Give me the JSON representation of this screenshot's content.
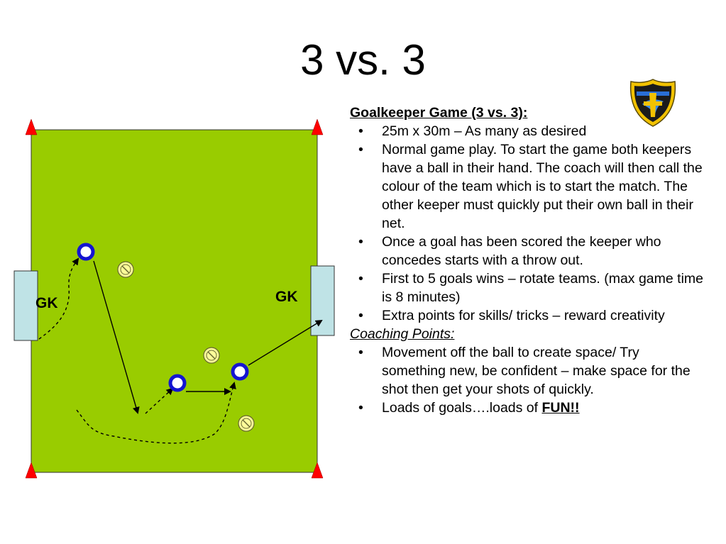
{
  "title": "3 vs. 3",
  "pitch": {
    "gk_left": "GK",
    "gk_right": "GK",
    "colors": {
      "grass": "#99cc00",
      "goal": "#bfe3e6",
      "cone": "#ff0000",
      "player": "#1414d2",
      "ball": "#ffff99"
    }
  },
  "badge": {
    "icon": "club-crest-icon"
  },
  "game": {
    "heading": "Goalkeeper Game (3 vs. 3):",
    "bullets": [
      "25m x 30m – As many as desired",
      "Normal game play. To start the game both keepers have a ball in their hand. The coach will then call the colour of the team which is to start the match. The other keeper must quickly put their own ball in their net.",
      "Once a goal has been scored the keeper who concedes starts with a throw out.",
      "First to 5 goals wins – rotate teams. (max game time is 8 minutes)",
      "Extra points for skills/ tricks – reward creativity"
    ]
  },
  "coaching": {
    "heading": "Coaching Points:",
    "bullet1": "Movement off the ball to create space/ Try something new, be confident – make space for the shot then get your shots of quickly.",
    "bullet2_prefix": "Loads of goals….loads of ",
    "bullet2_emphasis": "FUN!!"
  }
}
